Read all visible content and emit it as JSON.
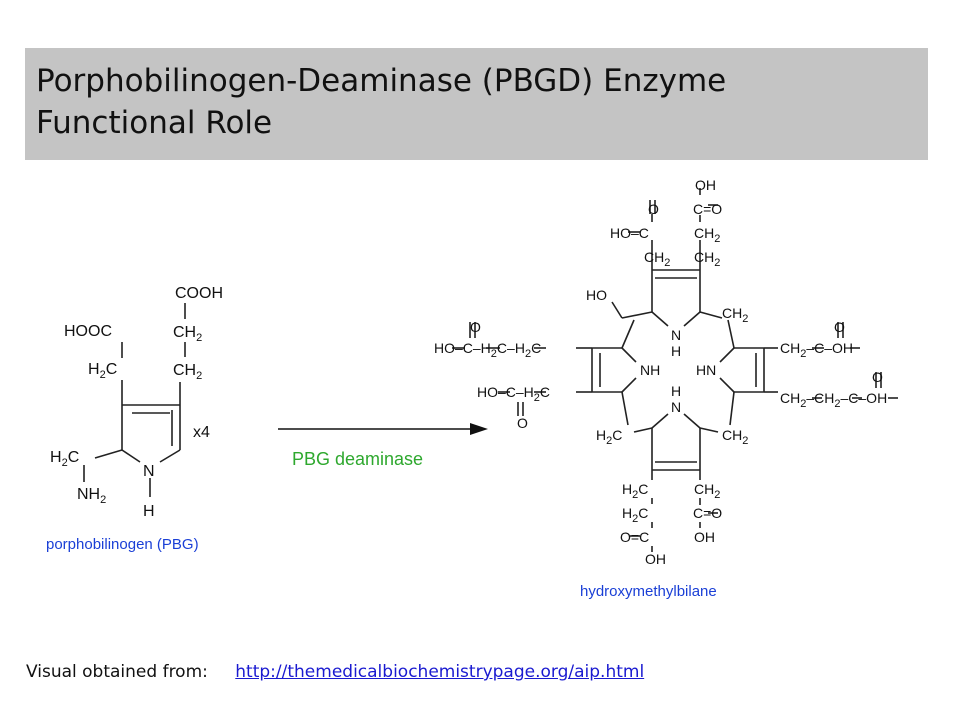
{
  "slide": {
    "title_line1": "Porphobilinogen-Deaminase (PBGD) Enzyme",
    "title_line2": "Functional Role"
  },
  "reaction": {
    "reactant_caption": "porphobilinogen (PBG)",
    "multiplier": "x4",
    "enzyme_label": "PBG deaminase",
    "product_caption": "hydroxymethylbilane",
    "caption_color": "#1a3fd6",
    "enzyme_color": "#2ea82e"
  },
  "footer": {
    "source_label": "Visual obtained from:",
    "source_url": "http://themedicalbiochemistrypage.org/aip.html"
  }
}
